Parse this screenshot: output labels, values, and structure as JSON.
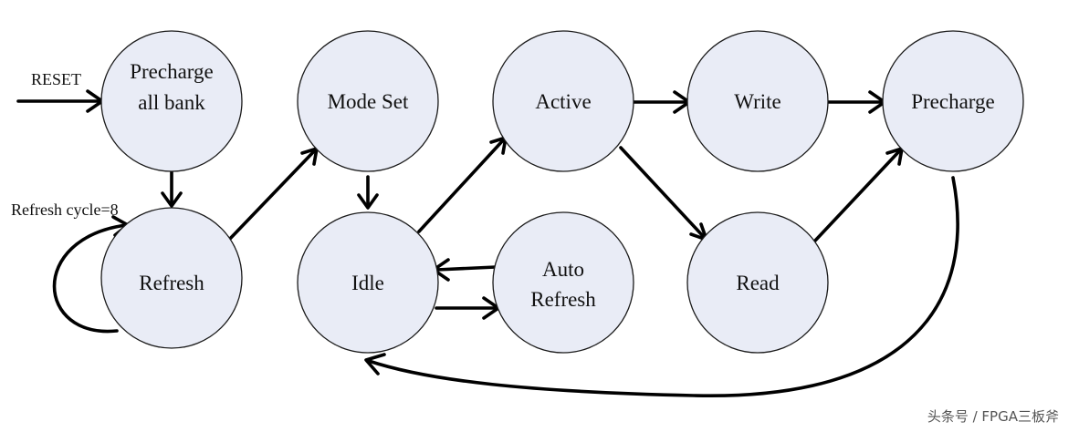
{
  "nodes": {
    "precharge_all": [
      "Precharge",
      "all bank"
    ],
    "refresh": [
      "Refresh"
    ],
    "mode_set": [
      "Mode Set"
    ],
    "idle": [
      "Idle"
    ],
    "active": [
      "Active"
    ],
    "auto_refresh": [
      "Auto",
      "Refresh"
    ],
    "write": [
      "Write"
    ],
    "read": [
      "Read"
    ],
    "precharge": [
      "Precharge"
    ]
  },
  "labels": {
    "reset": "RESET",
    "refresh_cycle": "Refresh cycle=8"
  },
  "watermark": "头条号 / FPGA三板斧"
}
